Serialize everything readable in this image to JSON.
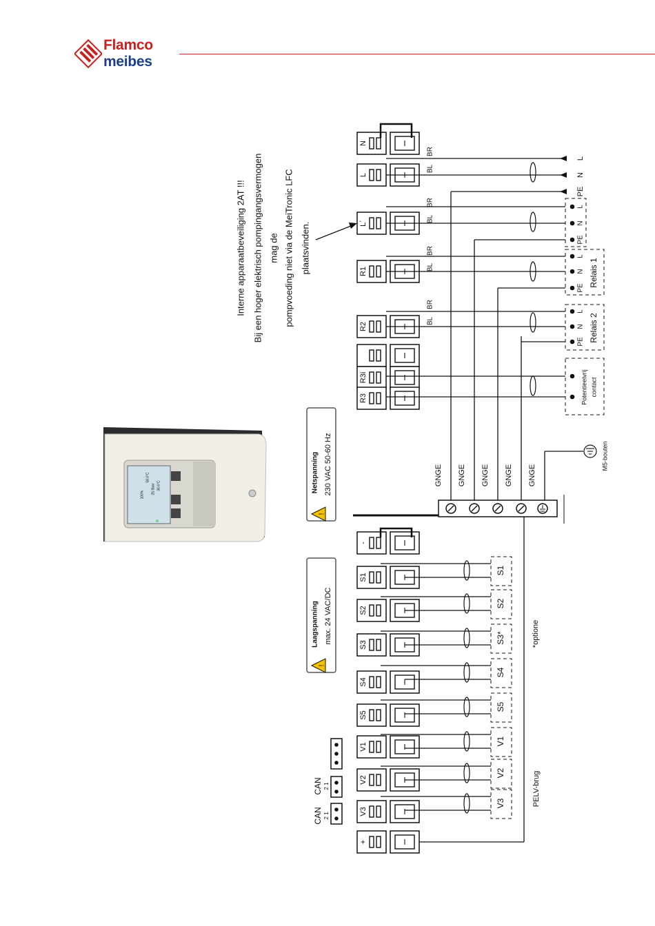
{
  "header": {
    "brand_line1": "Flamco",
    "brand_line2": "meibes",
    "brand_color": "#c8201e",
    "brand_color2": "#1c3f8c"
  },
  "note": {
    "line1": "Interne apparaatbeveiliging 2AT !!!",
    "line2": "Bij een hoger elektrisch pompingangsvermogen",
    "line3": "mag de",
    "line4": "pompvoeding niet via de MeiTronic LFC",
    "line5": "plaatsvinden."
  },
  "warnings": {
    "netspanning_title": "Netspanning",
    "netspanning_value": "230 VAC 50-60 Hz",
    "laagspanning_title": "Laagspanning",
    "laagspanning_value": "max. 24 VAC/DC"
  },
  "terminals_high": [
    "N",
    "L",
    "L´",
    "R1",
    "R2",
    "",
    "R3i",
    "R3"
  ],
  "terminals_low": [
    "-",
    "S1",
    "S2",
    "S3",
    "S4",
    "S5",
    "V1",
    "V2",
    "V3",
    "+"
  ],
  "sensor_boxes": [
    "S1",
    "S2",
    "S3*",
    "S4",
    "S5",
    "V1",
    "V2",
    "V3"
  ],
  "wire_labels": {
    "br": "BR",
    "bl": "BL",
    "gnge": "GNGE",
    "pe": "PE",
    "n": "N",
    "l": "L"
  },
  "supply_labels": [
    "L",
    "N",
    "PE"
  ],
  "groups": {
    "relais1": "Relais 1",
    "relais2": "Relais 2",
    "potentiaal_line1": "Potentieelvrij",
    "potentiaal_line2": "contact"
  },
  "misc": {
    "m5": "M5-bouten",
    "optione": "*optione",
    "pelv": "PELV-brug",
    "can": "CAN",
    "can_pins": "2 1"
  },
  "device": {
    "screen_line1": "58.0°C",
    "screen_line2": "25.5bar",
    "screen_line3": "36.6°C",
    "screen_line4": "100%"
  }
}
